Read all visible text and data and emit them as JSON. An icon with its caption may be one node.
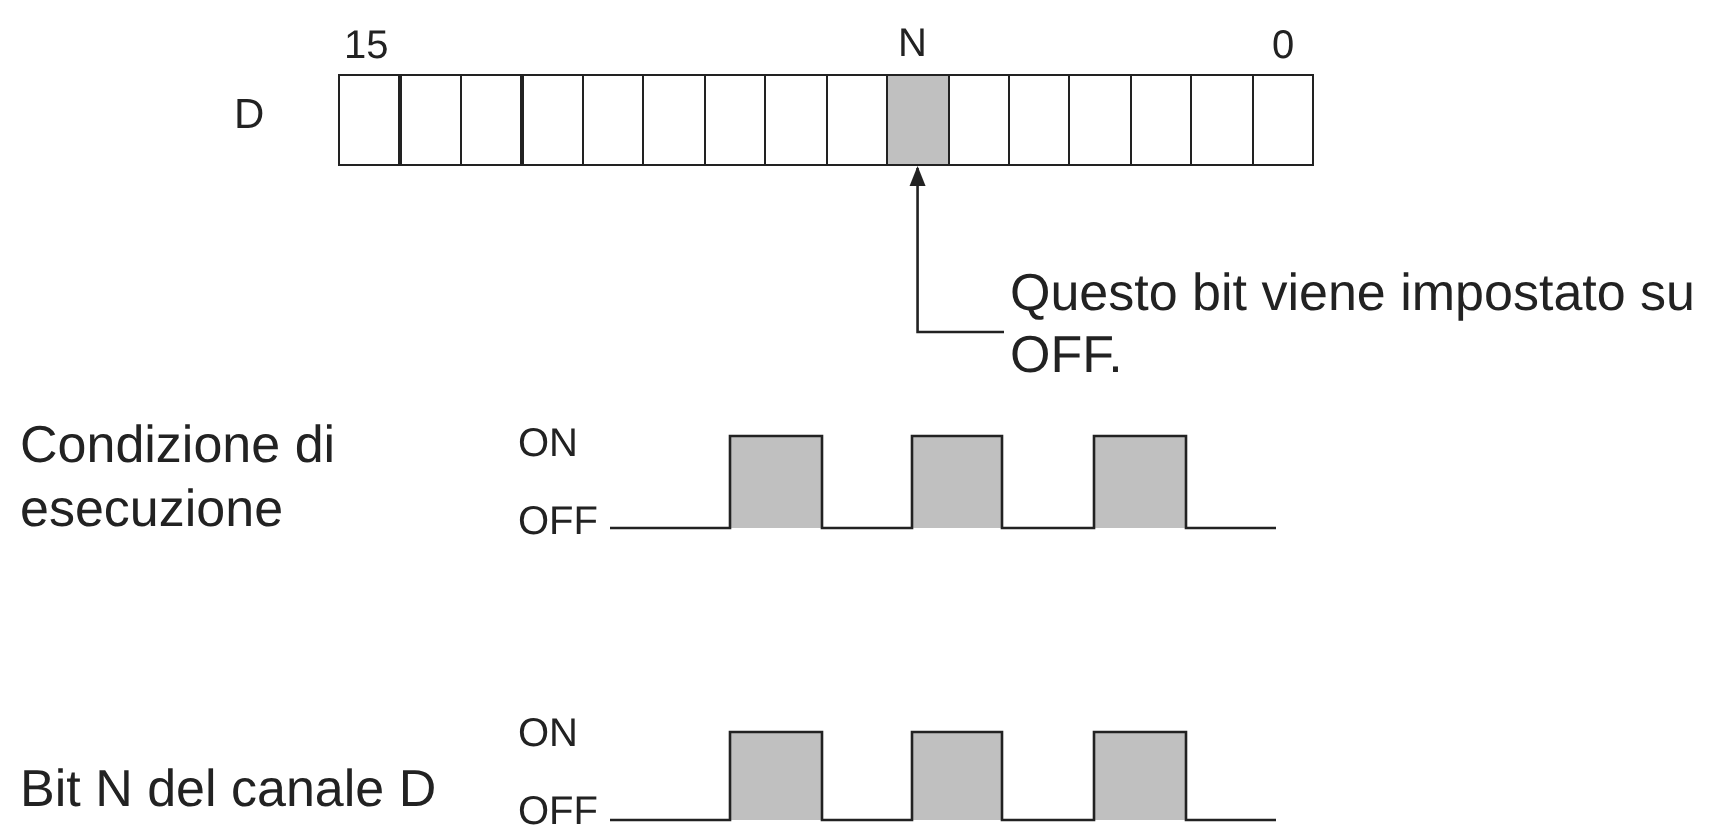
{
  "diagram": {
    "nodes": [
      {
        "text": [],
        "shape": "box",
        "beside": [
          "N"
        ]
      },
      {
        "text": [
          "Questo bit viene impostato su OFF."
        ]
      }
    ],
    "edges": [
      {
        "from": 1,
        "to": 0,
        "arrow": "to"
      }
    ],
    "labels": [
      "15",
      "0",
      "D",
      "Condizione di esecuzione",
      "ON",
      "OFF",
      "Bit N del canale D",
      "ON",
      "OFF"
    ]
  }
}
